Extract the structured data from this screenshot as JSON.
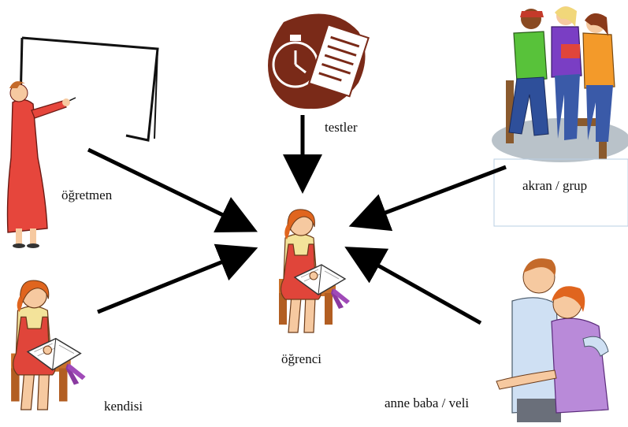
{
  "nodes": {
    "center": {
      "label": "öğrenci"
    },
    "teacher": {
      "label": "öğretmen"
    },
    "tests": {
      "label": "testler"
    },
    "peers": {
      "label": "akran / grup"
    },
    "self": {
      "label": "kendisi"
    },
    "parents": {
      "label": "anne baba / veli"
    }
  },
  "edges": [
    {
      "from": "öğretmen",
      "to": "öğrenci"
    },
    {
      "from": "testler",
      "to": "öğrenci"
    },
    {
      "from": "akran / grup",
      "to": "öğrenci"
    },
    {
      "from": "kendisi",
      "to": "öğrenci"
    },
    {
      "from": "anne baba / veli",
      "to": "öğrenci"
    }
  ],
  "colors": {
    "arrow": "#000000",
    "skin": "#f6c9a0",
    "hair_orange": "#e0651e",
    "dress_red": "#e0453a",
    "shirt_yellow": "#f3e39a",
    "book_white": "#ffffff",
    "ribbon_purple": "#8a3aa0",
    "test_brown": "#7a2a18",
    "teacher_dress": "#e6463c",
    "peer_green": "#58c23a",
    "peer_purple": "#7a3ec4",
    "peer_orange": "#f39a2a",
    "floor_gray": "#b9c2c9",
    "man_shirt": "#cfe0f3",
    "woman_purple": "#b98ad9"
  },
  "icons": {
    "teacher": "teacher-at-board-icon",
    "tests": "stopwatch-test-papers-icon",
    "peers": "student-group-icon",
    "self": "reading-girl-icon",
    "center": "reading-girl-icon",
    "parents": "parents-couple-icon"
  }
}
